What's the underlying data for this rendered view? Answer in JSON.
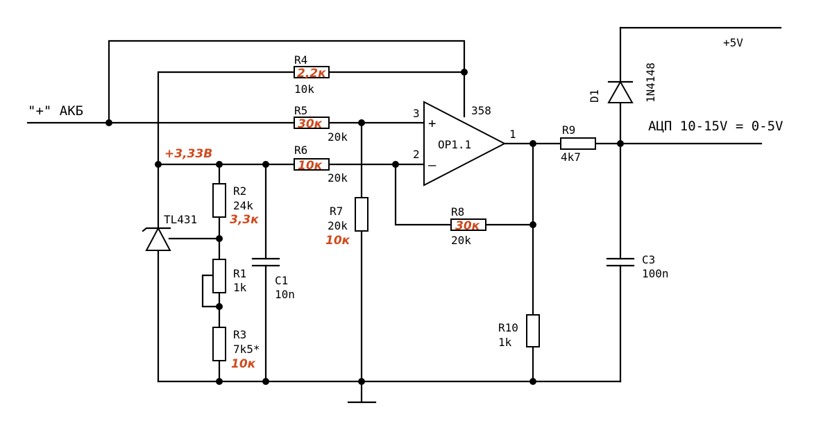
{
  "colors": {
    "line": "#000000",
    "annotation": "#d04a1e",
    "background": "#ffffff"
  },
  "labels": {
    "input": "\"+\" АКБ",
    "output": "АЦП 10-15V = 0-5V",
    "supply": "+5V",
    "vref": "+3,33В"
  },
  "opamp": {
    "ref": "OP1.1",
    "part": "358",
    "plus_sign": "+",
    "minus_sign": "–",
    "pin_plus": "3",
    "pin_minus": "2",
    "pin_out": "1"
  },
  "components": {
    "R1": {
      "ref": "R1",
      "value": "1k"
    },
    "R2": {
      "ref": "R2",
      "value": "24k",
      "new_value": "3,3к"
    },
    "R3": {
      "ref": "R3",
      "value": "7k5*",
      "new_value": "10к"
    },
    "R4": {
      "ref": "R4",
      "value": "10k",
      "new_value": "2,2к"
    },
    "R5": {
      "ref": "R5",
      "value": "20k",
      "new_value": "30к"
    },
    "R6": {
      "ref": "R6",
      "value": "20k",
      "new_value": "10к"
    },
    "R7": {
      "ref": "R7",
      "value": "20k",
      "new_value": "10к"
    },
    "R8": {
      "ref": "R8",
      "value": "20k",
      "new_value": "30к"
    },
    "R9": {
      "ref": "R9",
      "value": "4k7"
    },
    "R10": {
      "ref": "R10",
      "value": "1k"
    },
    "C1": {
      "ref": "C1",
      "value": "10n"
    },
    "C3": {
      "ref": "C3",
      "value": "100n"
    },
    "D1": {
      "ref": "D1",
      "value": "1N4148"
    },
    "U_ref": {
      "ref": "TL431"
    }
  }
}
